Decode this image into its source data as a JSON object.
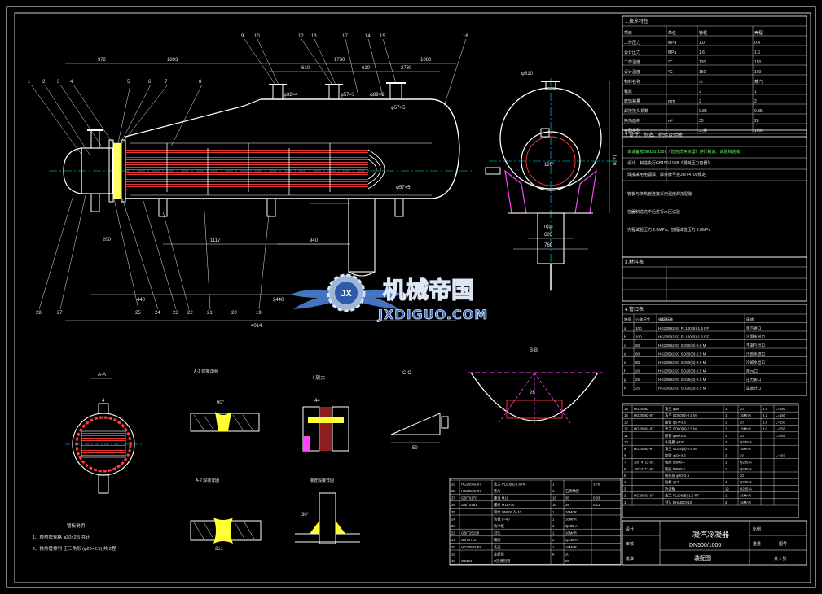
{
  "watermark": {
    "cn_text": "机械帝国",
    "en_text": "JXDIGUO.COM",
    "logo_letter": "JX"
  },
  "colors": {
    "background": "#000000",
    "frame": "#ffffff",
    "vessel": "#ffffff",
    "tubes": "#ff3b3b",
    "tubesheet": "#ffff66",
    "centerline": "#00e0ff",
    "dimension": "#e6e6e6",
    "saddle": "#ff44ff",
    "weld": "#ffff33",
    "table_line": "#ffffff",
    "table_text": "#e8e8e8",
    "accent_green": "#66ff66",
    "watermark_blue": "#3a6ec8"
  },
  "main_view": {
    "dims_top": [
      "372",
      "1893",
      "610",
      "1730",
      "610",
      "2730",
      "1080"
    ],
    "dims_bottom": [
      "1117",
      "940",
      "2440",
      "4014",
      "440",
      "200"
    ],
    "part_callouts_top": [
      "9",
      "10",
      "12",
      "13",
      "17",
      "14",
      "15",
      "16"
    ],
    "part_callouts_left": [
      "1",
      "2",
      "3",
      "4",
      "5",
      "6",
      "7",
      "8"
    ],
    "part_callouts_bottom": [
      "28",
      "27",
      "25",
      "24",
      "23",
      "22",
      "21",
      "20",
      "19"
    ],
    "nozzle_labels": [
      "φ32×4",
      "φ57×3",
      "φ89×6",
      "φ57×5",
      "φ57×5"
    ]
  },
  "side_view": {
    "dims": [
      "φ610",
      "1420",
      "600",
      "760",
      "120°",
      "n(g)"
    ]
  },
  "detail_views": [
    {
      "title": "A-A",
      "note": "4"
    },
    {
      "title": "A-1 焊接详图",
      "note": "60°"
    },
    {
      "title": "I 放大",
      "note": "44"
    },
    {
      "title": "C-C",
      "note": "50"
    },
    {
      "title": "B-B",
      "note": "26"
    },
    {
      "title": "A-2 焊接详图",
      "note": "2±1"
    },
    {
      "title": "接管焊接详图",
      "note": "30°"
    }
  ],
  "notes_title": "管板说明",
  "notes": [
    "1、换热管规格 φ20×2.5 共计",
    "2、换热管排列 正三角形 (φ20×2.5) 共 2程"
  ],
  "spec_table": {
    "title": "1.技术特性",
    "headers": [
      "项目",
      "单位",
      "管程",
      "壳程"
    ],
    "rows": [
      [
        "工作压力",
        "MPa",
        "1.0",
        "0.4"
      ],
      [
        "设计压力",
        "MPa",
        "1.6",
        "1.6"
      ],
      [
        "工作温度",
        "°C",
        "120",
        "150"
      ],
      [
        "设计温度",
        "°C",
        "150",
        "160"
      ],
      [
        "物料名称",
        "",
        "水",
        "蒸汽"
      ],
      [
        "程数",
        "",
        "2",
        "1"
      ],
      [
        "腐蚀裕量",
        "mm",
        "2",
        "2"
      ],
      [
        "焊接接头系数",
        "",
        "0.85",
        "0.85"
      ],
      [
        "换热面积",
        "m²",
        "35",
        "28"
      ],
      [
        "容器类别",
        "",
        "二类",
        "1096"
      ]
    ]
  },
  "req_title": "2.设计、制造、检验及验收",
  "req_lines": [
    "本设备按GB151-1999《管壳式换热器》进行制造、试验和验收",
    "设计、制造执行GB150-1998《钢制压力容器》",
    "焊接采用电弧焊，焊条牌号按JB/T4709规定",
    "管板与换热管连接采用强度焊加贴胀",
    "容器制造完毕后进行水压试验",
    "壳程试验压力 2.0MPa，管程试验压力 2.0MPa"
  ],
  "mat_title": "3.材料表",
  "nozzle_table": {
    "title": "4.管口表",
    "headers": [
      "符号",
      "公称尺寸",
      "连接标准",
      "用途"
    ],
    "rows": [
      [
        "a",
        "100",
        "HG20592-97 PL100(B)-1.6 RF",
        "蒸汽进口"
      ],
      [
        "b",
        "100",
        "HG20592-97 PL100(B)-1.6 RF",
        "冷凝水出口"
      ],
      [
        "c",
        "50",
        "HG20592-97 SO50(B)-2.5 M",
        "不凝气出口"
      ],
      [
        "d",
        "80",
        "HG20592-97 SO80(B)-2.5 M",
        "冷却水进口"
      ],
      [
        "e",
        "80",
        "HG20592-97 SO80(B)-2.5 M",
        "冷却水出口"
      ],
      [
        "f",
        "20",
        "HG20592-97 SO20(B)-2.5 M",
        "排污口"
      ],
      [
        "g",
        "25",
        "HG20592-97 SO25(B)-2.5 M",
        "压力表口"
      ],
      [
        "h",
        "25",
        "HG20592-97 SO25(B)-2.5 M",
        "温度计口"
      ]
    ]
  },
  "parts_right": {
    "rows": [
      [
        "15",
        "HG20592",
        "法兰 φ89",
        "1",
        "20",
        "1.5",
        "L=250"
      ],
      [
        "14",
        "HG20592-97",
        "法兰 SO50(B)-2.5 M",
        "1",
        "16MnR",
        "2.2",
        "L=150"
      ],
      [
        "13",
        "",
        "接管 φ57×3.5",
        "1",
        "20",
        "1.6",
        "L=150"
      ],
      [
        "12",
        "HG20592-97",
        "法兰 SO80(B)-2.5 M",
        "1",
        "16MnR",
        "4.0",
        "L=250"
      ],
      [
        "11",
        "",
        "接管 φ89×4.5",
        "2",
        "20",
        "",
        "L=285"
      ],
      [
        "10",
        "",
        "补强圈 φ320",
        "2",
        "Q235-A",
        "",
        ""
      ],
      [
        "9",
        "HG20592-97",
        "法兰 SO25(B)-2.5 M",
        "2",
        "16MnR",
        "",
        ""
      ],
      [
        "8",
        "",
        "接管 φ32×3.5",
        "2",
        "20",
        "",
        "L=150"
      ],
      [
        "7",
        "JB/T4712-92",
        "鞍座 BI500-F",
        "1",
        "Q235-A",
        "",
        ""
      ],
      [
        "6",
        "JB/T4712-92",
        "鞍座 BI500-S",
        "1",
        "Q235-A",
        "",
        ""
      ],
      [
        "5",
        "",
        "换热管 φ20×2.5",
        "",
        "20",
        "",
        ""
      ],
      [
        "4",
        "",
        "拉杆 φ12",
        "4",
        "Q235-A",
        "",
        ""
      ],
      [
        "3",
        "",
        "折流板",
        "12",
        "Q235-A",
        "",
        ""
      ],
      [
        "2",
        "HG20592-97",
        "法兰 PL100(B)-1.6 RF",
        "1",
        "16MnR",
        "",
        ""
      ],
      [
        "1",
        "",
        "封头 EHA500×10",
        "2",
        "16MnR",
        "",
        ""
      ]
    ],
    "headers": [
      "件号",
      "图号或标准号",
      "名称",
      "数量",
      "材料",
      "单重",
      "备注"
    ]
  },
  "parts_bottom": {
    "rows": [
      [
        "29",
        "HG20592-97",
        "法兰 PL50(B)-1.6 RF",
        "1",
        "",
        "3.78"
      ],
      [
        "28",
        "HG20592-97",
        "垫片",
        "1",
        "石棉橡胶",
        ""
      ],
      [
        "27",
        "GB/T6170",
        "螺母 M16",
        "16",
        "35",
        "0.03"
      ],
      [
        "26",
        "GB/T5782",
        "螺栓 M16×70",
        "16",
        "35",
        "0.12"
      ],
      [
        "25",
        "",
        "筒体 DN500 δ=10",
        "1",
        "16MnR",
        ""
      ],
      [
        "24",
        "",
        "管板 δ=40",
        "1",
        "16MnR",
        ""
      ],
      [
        "23",
        "",
        "防冲板",
        "1",
        "Q235-A",
        ""
      ],
      [
        "22",
        "GB/T25198",
        "封头",
        "1",
        "16MnR",
        ""
      ],
      [
        "21",
        "JB/T4712",
        "鞍座",
        "2",
        "Q235-A",
        ""
      ],
      [
        "20",
        "HG20592-97",
        "法兰",
        "1",
        "16MnR",
        ""
      ],
      [
        "19",
        "",
        "定距管",
        "8",
        "20",
        ""
      ],
      [
        "18",
        "GB151",
        "U形换热管",
        "",
        "20",
        ""
      ]
    ]
  },
  "title_block": {
    "name": "凝汽冷凝器",
    "spec": "DN500/1000",
    "drawing": "装配图",
    "labels": [
      "设计",
      "审核",
      "批准",
      "比例",
      "重量",
      "图号"
    ],
    "sheet": "共 1 张"
  }
}
